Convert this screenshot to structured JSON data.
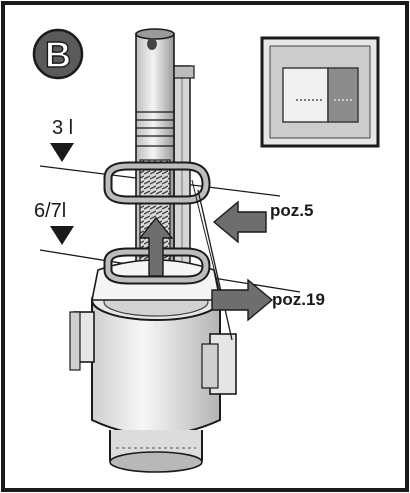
{
  "badge_letter": "B",
  "levels": [
    {
      "label": "3 l"
    },
    {
      "label": "6/7l"
    }
  ],
  "callouts": [
    {
      "label": "poz.5"
    },
    {
      "label": "poz.19"
    }
  ],
  "colors": {
    "frame": "#1a1a1a",
    "badge": "#5a5a5a",
    "arrow": "#6e6e6e",
    "body": "#f2f2f2"
  }
}
